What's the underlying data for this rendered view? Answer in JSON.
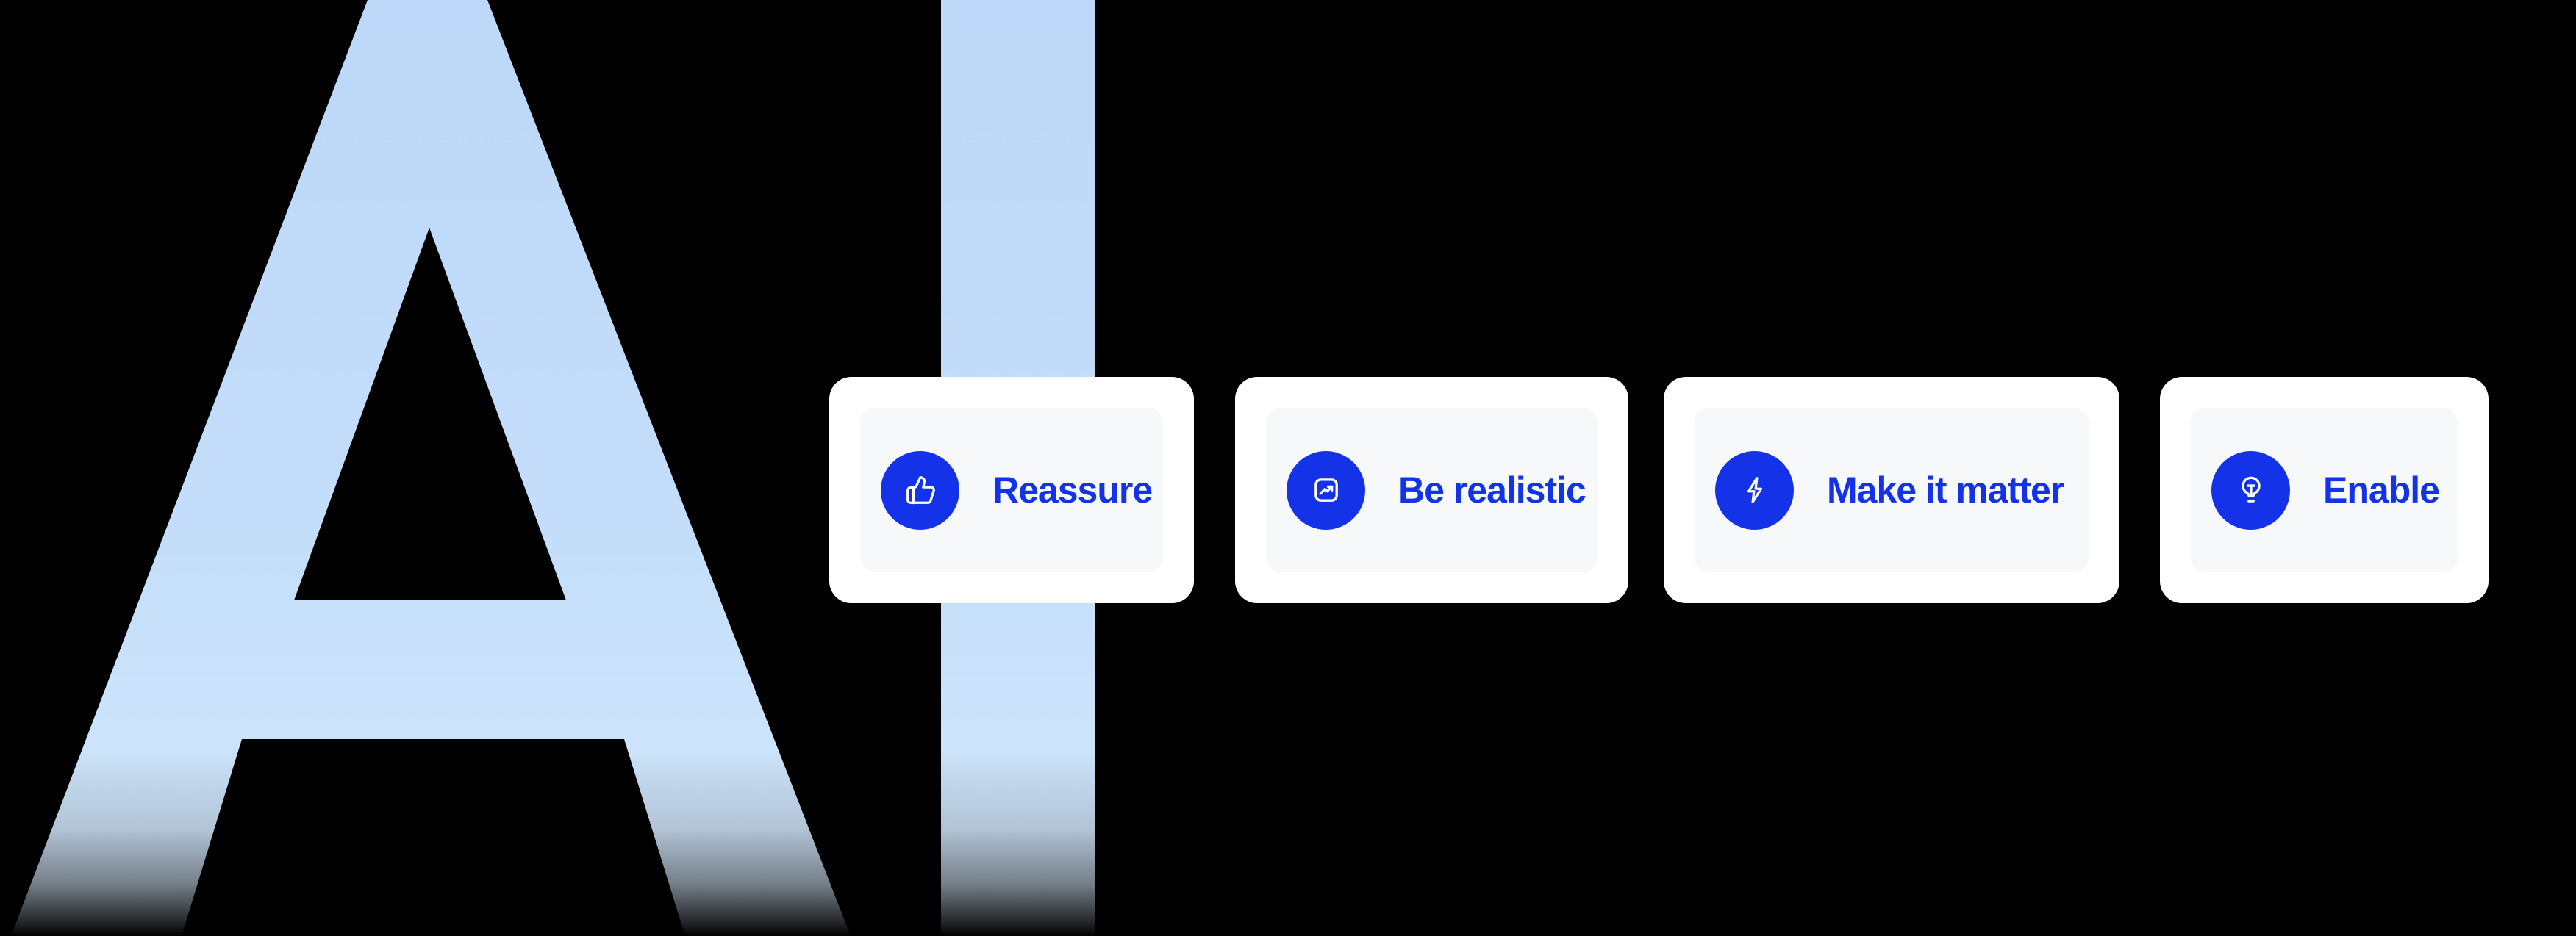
{
  "page": {
    "background_color": "#000000",
    "kind": "marketing hero section"
  },
  "hero": {
    "letters": "AI",
    "letters_top_color": "#BDD8F8",
    "letters_bottom_color": "#D9EBFD",
    "effect": "letters fade and dissolve into black at bottom"
  },
  "cards": [
    {
      "label": "Reassure",
      "icon": "thumbs-up-icon"
    },
    {
      "label": "Be realistic",
      "icon": "trending-up-icon"
    },
    {
      "label": "Make it matter",
      "icon": "lightning-bolt-icon"
    },
    {
      "label": "Enable",
      "icon": "lightbulb-icon"
    }
  ],
  "colors": {
    "accent_blue": "#1432E8",
    "card_background": "#FFFFFF",
    "card_inner_background": "#F7F8FA",
    "icon_stroke": "#FFFFFF"
  }
}
